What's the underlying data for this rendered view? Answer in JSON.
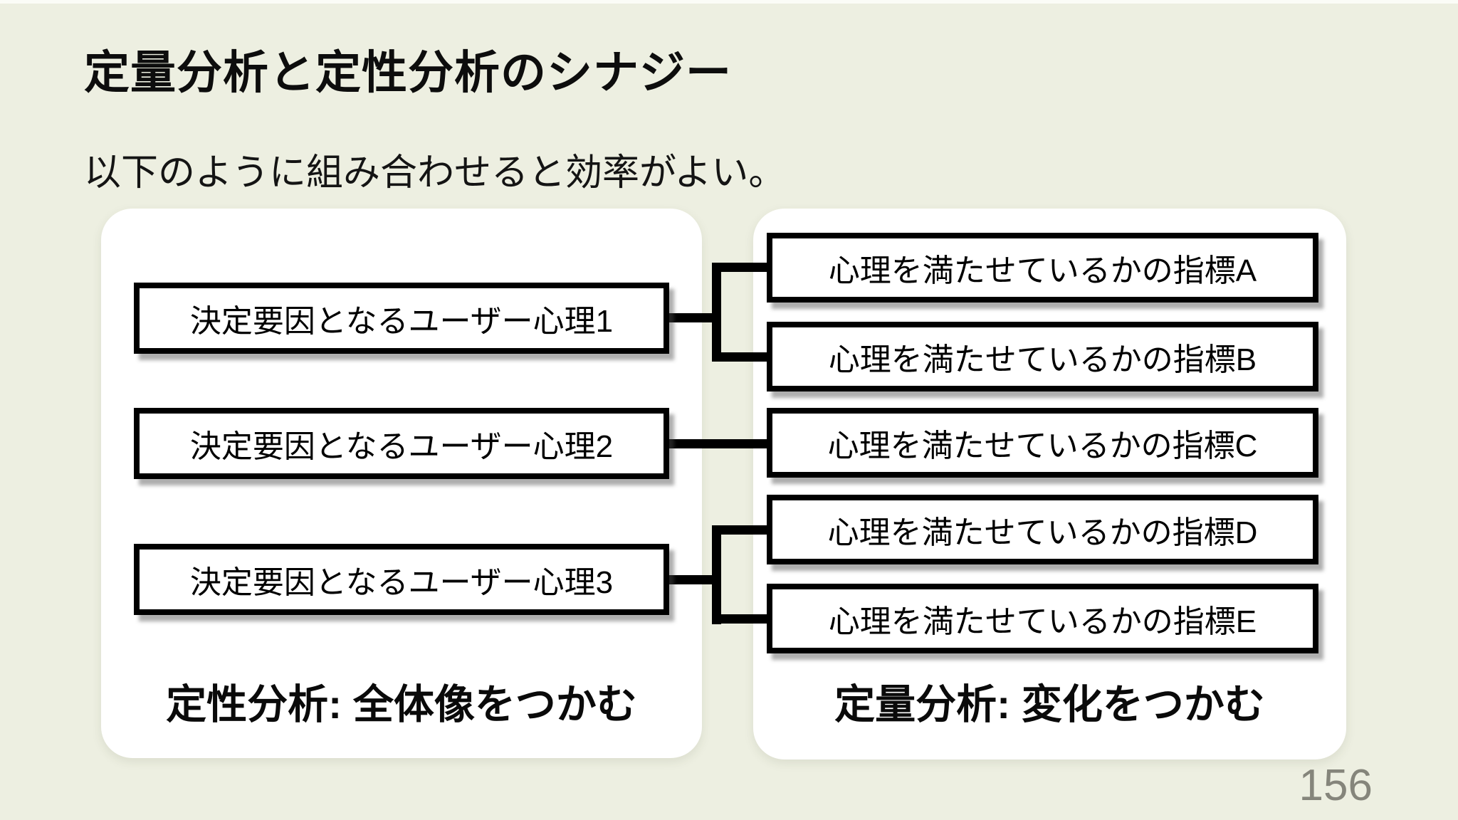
{
  "slide": {
    "title": "定量分析と定性分析のシナジー",
    "subtitle": "以下のように組み合わせると効率がよい。",
    "page_number": "156",
    "colors": {
      "background": "#edefe1",
      "panel": "#ffffff",
      "box_fill": "#ffffff",
      "box_border": "#000000",
      "connector": "#000000",
      "text": "#0d0d0d",
      "page_number": "#85857b"
    }
  },
  "diagram": {
    "left_panel": {
      "caption": "定性分析: 全体像をつかむ",
      "boxes": [
        {
          "label": "決定要因となるユーザー心理1"
        },
        {
          "label": "決定要因となるユーザー心理2"
        },
        {
          "label": "決定要因となるユーザー心理3"
        }
      ]
    },
    "right_panel": {
      "caption": "定量分析: 変化をつかむ",
      "boxes": [
        {
          "label": "心理を満たせているかの指標A"
        },
        {
          "label": "心理を満たせているかの指標B"
        },
        {
          "label": "心理を満たせているかの指標C"
        },
        {
          "label": "心理を満たせているかの指標D"
        },
        {
          "label": "心理を満たせているかの指標E"
        }
      ]
    },
    "connections": [
      {
        "from": "決定要因となるユーザー心理1",
        "to": [
          "心理を満たせているかの指標A",
          "心理を満たせているかの指標B"
        ]
      },
      {
        "from": "決定要因となるユーザー心理2",
        "to": [
          "心理を満たせているかの指標C"
        ]
      },
      {
        "from": "決定要因となるユーザー心理3",
        "to": [
          "心理を満たせているかの指標D",
          "心理を満たせているかの指標E"
        ]
      }
    ]
  }
}
